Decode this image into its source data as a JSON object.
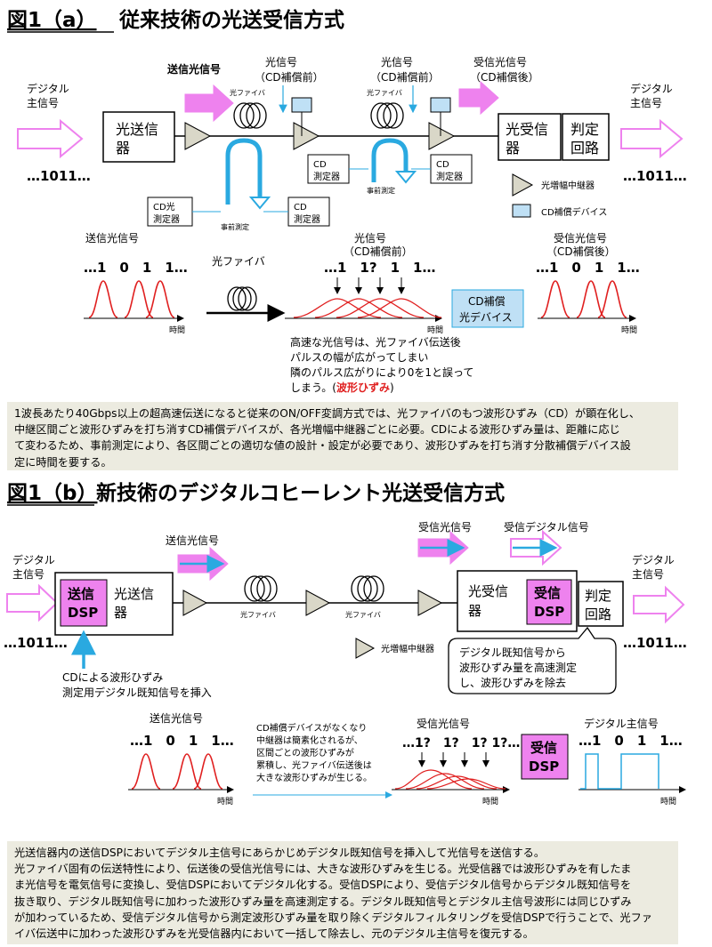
{
  "fig_a": {
    "title_num": "図1（a）",
    "title_text": "従来技術の光送受信方式",
    "digital_in": [
      "デジタル",
      "主信号"
    ],
    "digital_out": [
      "デジタル",
      "主信号"
    ],
    "bits_in": "…1011…",
    "bits_out": "…1011…",
    "tx_signal_label": "送信光信号",
    "sig_before_label": [
      "光信号",
      "（CD補償前）"
    ],
    "sig_before_label2": [
      "光信号",
      "（CD補償前）"
    ],
    "rx_signal_label": [
      "受信光信号",
      "（CD補償後）"
    ],
    "tx_box": [
      "光送信",
      "器"
    ],
    "rx_box": [
      "光受信",
      "器"
    ],
    "decision_box": [
      "判定",
      "回路"
    ],
    "fiber_small_1": "光ファイバ",
    "fiber_small_2": "光ファイバ",
    "cd_meter_1": [
      "CD光",
      "測定器"
    ],
    "cd_meter_2": [
      "CD",
      "測定器"
    ],
    "cd_meter_3": [
      "CD",
      "測定器"
    ],
    "cd_meter_4": [
      "CD",
      "測定器"
    ],
    "pre_measure_1": "事前測定",
    "pre_measure_2": "事前測定",
    "legend_amp": "光増幅中継器",
    "legend_cd": "CD補償デバイス",
    "bottom_tx_label": "送信光信号",
    "bottom_tx_bits": "…1　0　1　1…",
    "bottom_fiber": "光ファイバ",
    "bottom_mid_label": [
      "光信号",
      "（CD補償前）"
    ],
    "bottom_mid_bits": "…1　1?　1　1…",
    "bottom_rx_label": [
      "受信光信号",
      "（CD補償後）"
    ],
    "bottom_rx_bits": "…1　0　1　1…",
    "cd_device_box": [
      "CD補償",
      "光デバイス"
    ],
    "time_1": "時間",
    "time_2": "時間",
    "time_3": "時間",
    "explain": [
      "高速な光信号は、光ファイバ伝送後",
      "パルスの幅が広がってしまい",
      "隣のパルス広がりにより0を1と誤って",
      "しまう。("
    ],
    "explain_red": "波形ひずみ",
    "explain_end": ")",
    "note": [
      "1波長あたり40Gbps以上の超高速伝送になると従来のON/OFF変調方式では、光ファイバのもつ波形ひずみ（CD）が顕在化し、",
      "中継区間ごと波形ひずみを打ち消すCD補償デバイスが、各光増幅中継器ごとに必要。CDによる波形ひずみ量は、距離に応じ",
      "て変わるため、事前測定により、各区間ごとの適切な値の設計・設定が必要であり、波形ひずみを打ち消す分散補償デバイス設",
      "定に時間を要する。"
    ]
  },
  "fig_b": {
    "title_num": "図1（b）",
    "title_text": "新技術のデジタルコヒーレント光送受信方式",
    "digital_in": [
      "デジタル",
      "主信号"
    ],
    "digital_out": [
      "デジタル",
      "主信号"
    ],
    "bits_in": "…1011…",
    "bits_out": "…1011…",
    "tx_signal_label": "送信光信号",
    "rx_signal_label": "受信光信号",
    "rx_digital_label": "受信デジタル信号",
    "tx_dsp": [
      "送信",
      "DSP"
    ],
    "tx_box": [
      "光送信",
      "器"
    ],
    "rx_box": [
      "光受信",
      "器"
    ],
    "rx_dsp": [
      "受信",
      "DSP"
    ],
    "decision_box": [
      "判定",
      "回路"
    ],
    "fiber_small_1": "光ファイバ",
    "fiber_small_2": "光ファイバ",
    "legend_amp": "光増幅中継器",
    "insert_label": [
      "CDによる波形ひずみ",
      "測定用デジタル既知信号を挿入"
    ],
    "callout": [
      "デジタル既知信号から",
      "波形ひずみ量を高速測定",
      "し、波形ひずみを除去"
    ],
    "bottom_tx_label": "送信光信号",
    "bottom_tx_bits": "…1　0　1　1…",
    "bottom_desc": [
      "CD補償デバイスがなくなり",
      "中継器は簡素化されるが、",
      "区間ごとの波形ひずみが",
      "累積し、光ファイバ伝送後は",
      "大きな波形ひずみが生じる。"
    ],
    "bottom_rx_label": "受信光信号",
    "bottom_rx_bits": "…1?　1?　1? 1?…",
    "bottom_dsp": [
      "受信",
      "DSP"
    ],
    "bottom_digital_label": "デジタル主信号",
    "bottom_digital_bits": "…1　0　1　1…",
    "time_1": "時間",
    "time_2": "時間",
    "time_3": "時間",
    "note": [
      "光送信器内の送信DSPにおいてデジタル主信号にあらかじめデジタル既知信号を挿入して光信号を送信する。",
      "光ファイバ固有の伝送特性により、伝送後の受信光信号には、大きな波形ひずみを生じる。光受信器では波形ひずみを有したま",
      "ま光信号を電気信号に変換し、受信DSPにおいてデジタル化する。受信DSPにより、受信デジタル信号からデジタル既知信号を",
      "抜き取り、デジタル既知信号に加わった波形ひずみ量を高速測定する。デジタル既知信号とデジタル主信号波形には同じひずみ",
      "が加わっているため、受信デジタル信号から測定波形ひずみ量を取り除くデジタルフィルタリングを受信DSPで行うことで、光ファ",
      "イバ伝送中に加わった波形ひずみを光受信器内において一括して除去し、元のデジタル主信号を復元する。"
    ]
  },
  "colors": {
    "pink_arrow": "#ee82ee",
    "pink_fill": "#f08cf0",
    "blue_line": "#2aa9e0",
    "cd_fill": "#bfe0f5",
    "amp_fill": "#d9d7c8",
    "pulse_red": "#e02020",
    "note_bg": "#ecebe0",
    "dsp_fill": "#ee82ee"
  }
}
